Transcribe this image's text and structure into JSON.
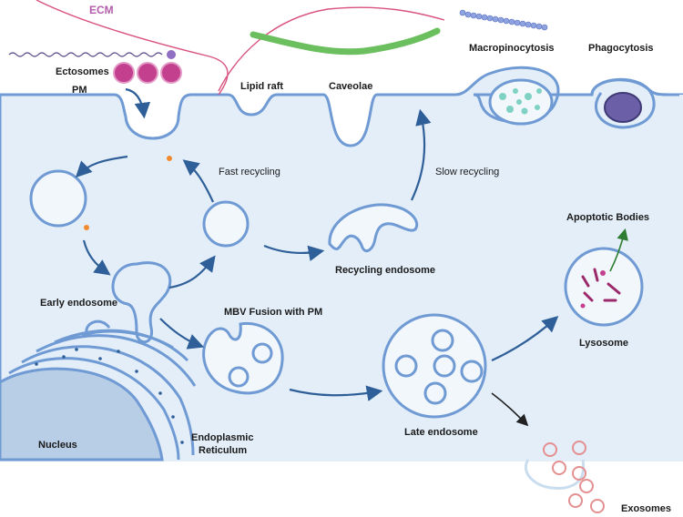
{
  "labels": {
    "ecm": "ECM",
    "ectosomes": "Ectosomes",
    "pm": "PM",
    "lipid_raft": "Lipid raft",
    "caveolae": "Caveolae",
    "macropinocytosis": "Macropinocytosis",
    "phagocytosis": "Phagocytosis",
    "fast_recycling": "Fast recycling",
    "slow_recycling": "Slow recycling",
    "apoptotic_bodies": "Apoptotic Bodies",
    "recycling_endosome": "Recycling endosome",
    "early_endosome": "Early endosome",
    "mbv_fusion": "MBV Fusion with PM",
    "lysosome": "Lysosome",
    "nucleus": "Nucleus",
    "er_line1": "Endoplasmic",
    "er_line2": "Reticulum",
    "late_endosome": "Late endosome",
    "exosomes": "Exosomes"
  },
  "colors": {
    "cytoplasm": "#e3eef9",
    "membrane": "#6f9ad3",
    "arrow": "#2f5f98",
    "ectosome": "#c2408e",
    "ecm_fiber": "#d9527e",
    "caveolin": "#6cbf5f",
    "bead": "#8fa3e0",
    "macropinosome_dots": "#7fd1c4",
    "phagosome_particle": "#6b5fa8",
    "nucleus": "#b8cde6",
    "exosome_ring": "#e48f90"
  }
}
